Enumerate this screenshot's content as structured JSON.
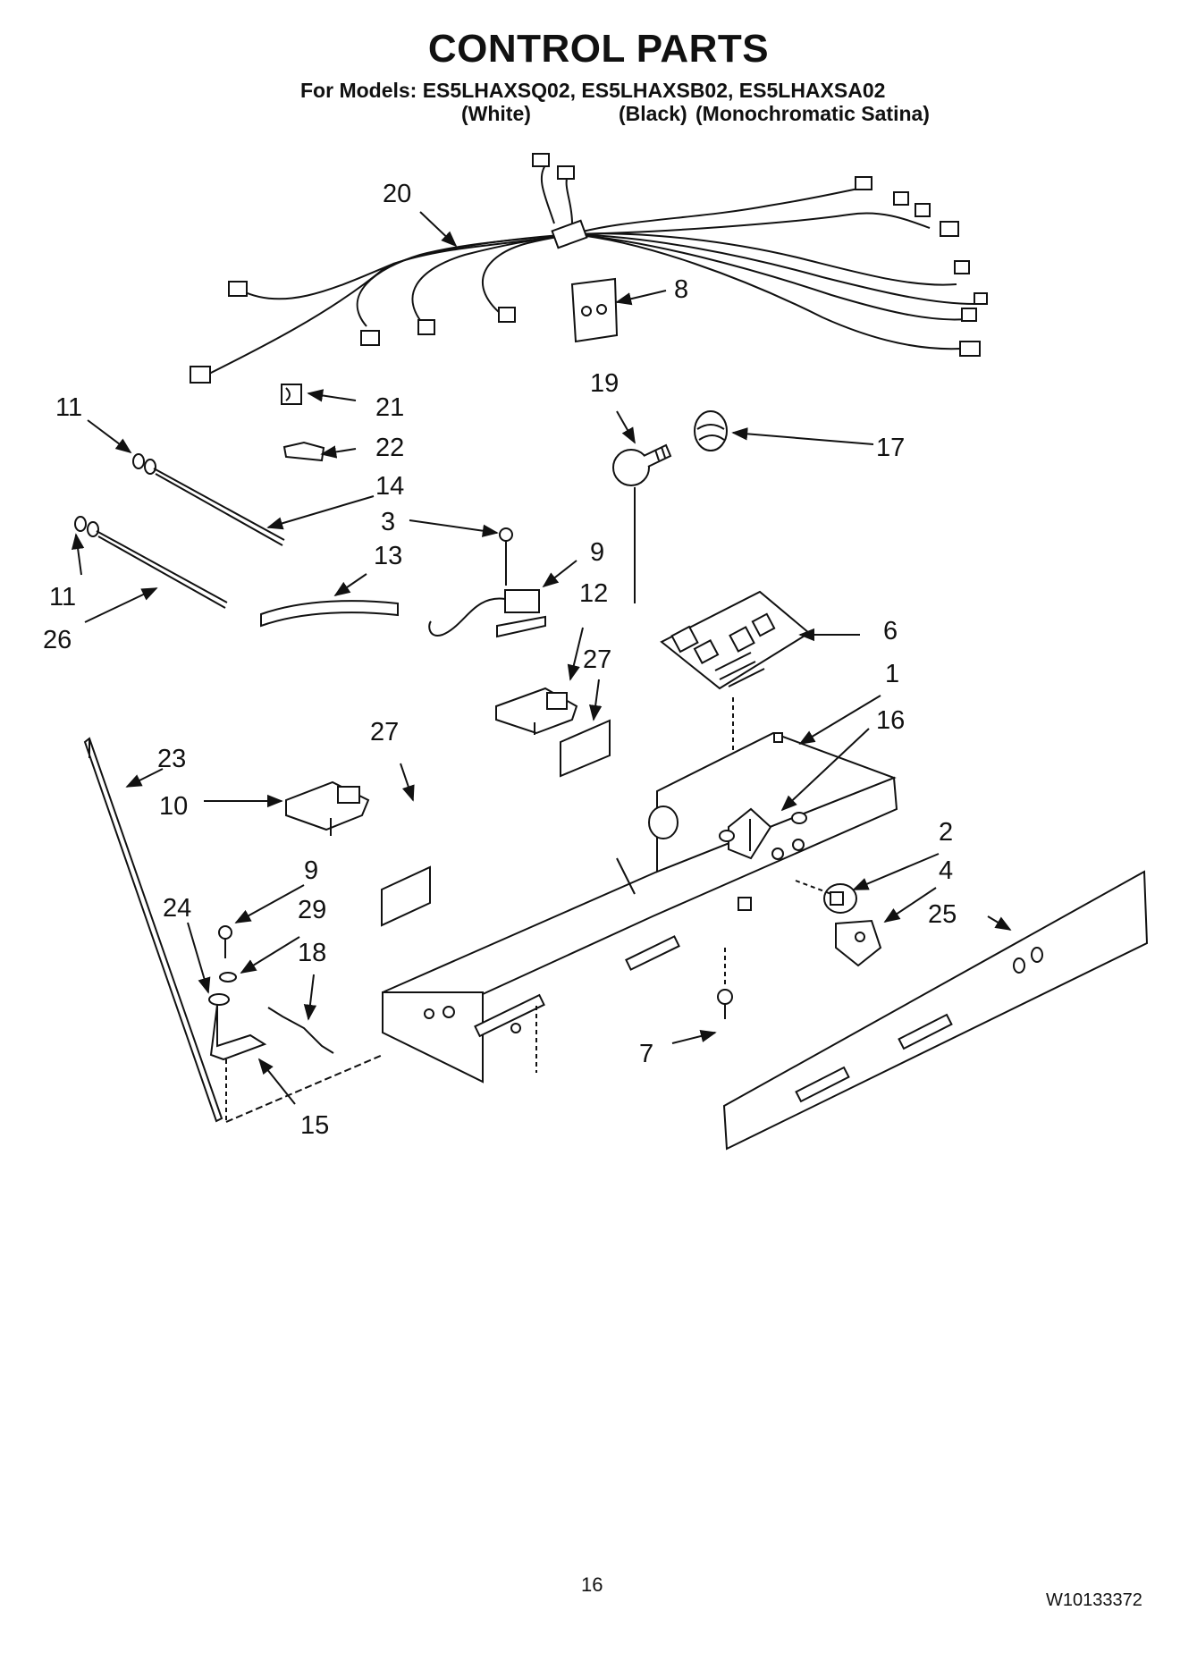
{
  "header": {
    "title": "CONTROL PARTS",
    "models_line": "For Models: ES5LHAXSQ02, ES5LHAXSB02, ES5LHAXSA02",
    "variant_white": "(White)",
    "variant_black": "(Black)",
    "variant_satina": "(Monochromatic Satina)"
  },
  "callouts": [
    "20",
    "8",
    "21",
    "19",
    "17",
    "11",
    "22",
    "14",
    "3",
    "9",
    "13",
    "11",
    "12",
    "26",
    "6",
    "27",
    "1",
    "27",
    "16",
    "23",
    "10",
    "2",
    "9",
    "4",
    "24",
    "29",
    "25",
    "18",
    "7",
    "15"
  ],
  "footer": {
    "page_number": "16",
    "document_number": "W10133372"
  }
}
